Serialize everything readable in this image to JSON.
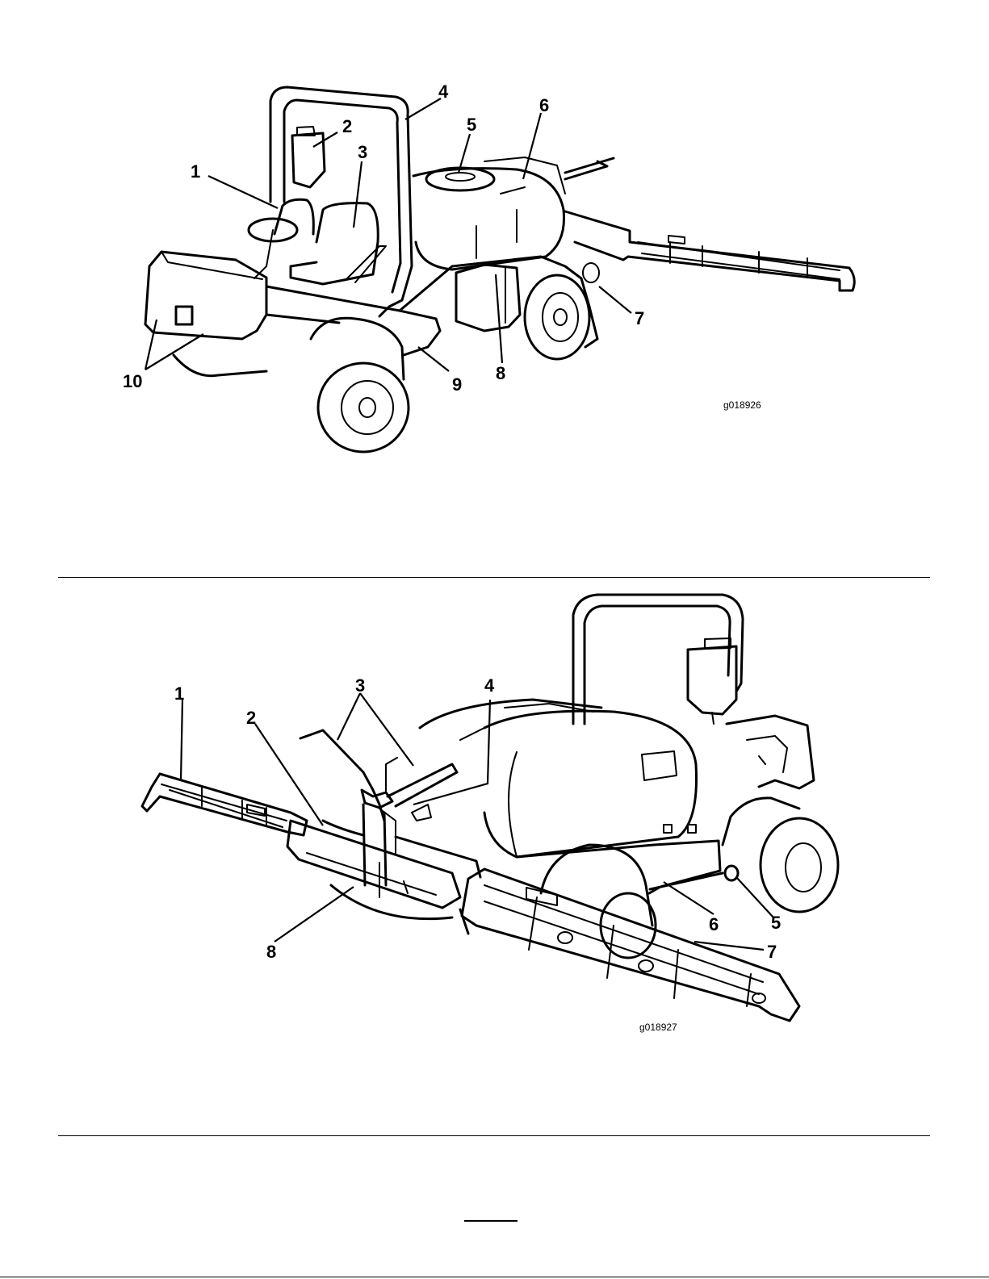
{
  "figure_1": {
    "code": "g018926",
    "callouts": [
      "1",
      "2",
      "3",
      "4",
      "5",
      "6",
      "7",
      "8",
      "9",
      "10"
    ]
  },
  "figure_2": {
    "code": "g018927",
    "callouts": [
      "1",
      "2",
      "3",
      "4",
      "5",
      "6",
      "7",
      "8"
    ]
  },
  "page_number": ""
}
